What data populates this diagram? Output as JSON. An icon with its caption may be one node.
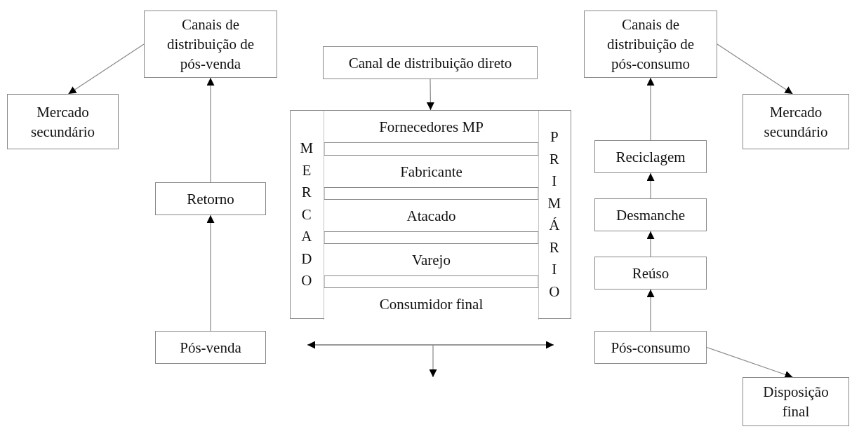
{
  "diagram": {
    "nodes": [
      {
        "text": [
          "Canais de distribuição de pós-venda"
        ]
      },
      {
        "text": [
          "Canal de distribuição direto"
        ]
      },
      {
        "text": [
          "Canais de distribuição de pós-consumo"
        ]
      },
      {
        "text": [
          "Mercado secundário"
        ]
      },
      {
        "text": [
          "Mercado secundário"
        ]
      },
      {
        "text": [
          "MERCADO",
          "PRIMÁRIO"
        ]
      },
      {
        "text": [
          "Fornecedores MP"
        ],
        "in": 5
      },
      {
        "text": [
          "Fabricante"
        ],
        "in": 5
      },
      {
        "text": [
          "Atacado"
        ],
        "in": 5
      },
      {
        "text": [
          "Varejo"
        ],
        "in": 5
      },
      {
        "text": [
          "Consumidor final"
        ],
        "in": 5
      },
      {
        "text": [
          "Reciclagem"
        ]
      },
      {
        "text": [
          "Retorno"
        ]
      },
      {
        "text": [
          "Desmanche"
        ]
      },
      {
        "text": [
          "Reúso"
        ]
      },
      {
        "text": [
          "Pós-venda"
        ]
      },
      {
        "text": [
          "Pós-consumo"
        ]
      },
      {
        "text": [
          "Disposição final"
        ]
      }
    ],
    "edges": [
      {
        "from": 0,
        "to": 3,
        "arrow": "to"
      },
      {
        "from": 12,
        "to": 0,
        "arrow": "to"
      },
      {
        "from": 15,
        "to": 12,
        "arrow": "to"
      },
      {
        "from": 1,
        "to": 5,
        "arrow": "to"
      },
      {
        "from": 2,
        "to": 4,
        "arrow": "to"
      },
      {
        "from": 11,
        "to": 2,
        "arrow": "to"
      },
      {
        "from": 13,
        "to": 11,
        "arrow": "to"
      },
      {
        "from": 14,
        "to": 13,
        "arrow": "to"
      },
      {
        "from": 16,
        "to": 14,
        "arrow": "to"
      },
      {
        "from": 16,
        "to": 17,
        "arrow": "to"
      }
    ]
  }
}
